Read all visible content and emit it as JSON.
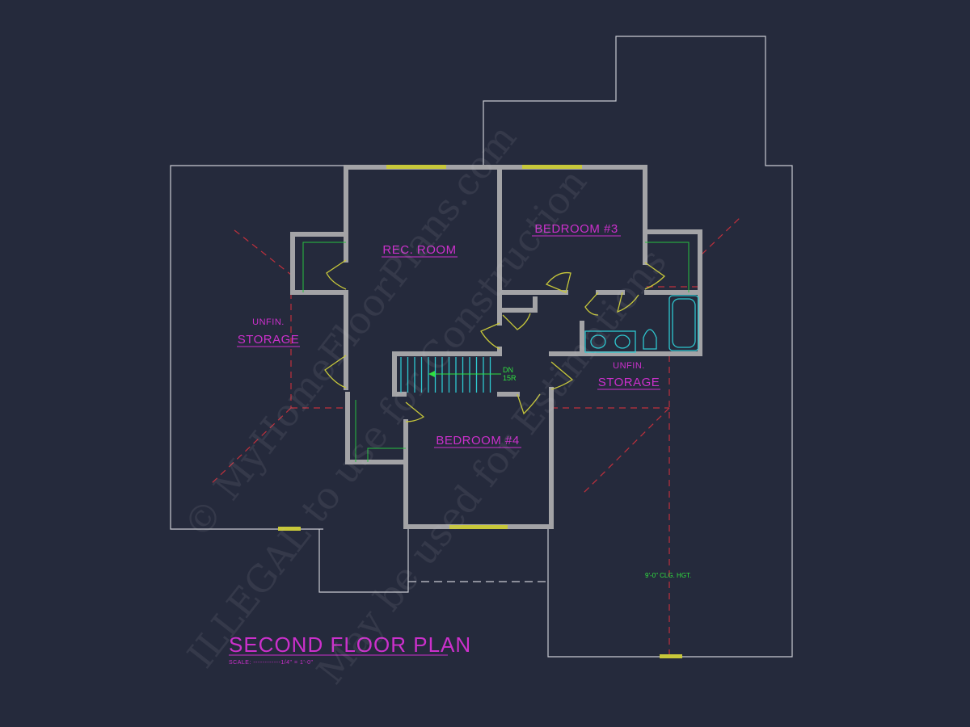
{
  "plan": {
    "title": "SECOND FLOOR PLAN",
    "scale": "SCALE: ------------1/4\" = 1'-0\"",
    "rooms": {
      "rec_room": "REC. ROOM",
      "bedroom3": "BEDROOM #3",
      "bedroom4": "BEDROOM #4",
      "unfin_left_1": "UNFIN.",
      "unfin_left_2": "STORAGE",
      "unfin_right_1": "UNFIN.",
      "unfin_right_2": "STORAGE"
    },
    "stair_dn": "DN",
    "stair_risers": "15R",
    "ceiling_height": "9'-0\" CLG. HGT."
  },
  "watermark": {
    "line1": "© MyHomeFloorPlans.com",
    "line2": "ILLEGAL to use for Construction",
    "line3": "May be used for Estimations"
  },
  "colors": {
    "background": "#252a3c",
    "label": "#cc30cc",
    "wall": "#a3a3a6",
    "window": "#c8c83a"
  }
}
